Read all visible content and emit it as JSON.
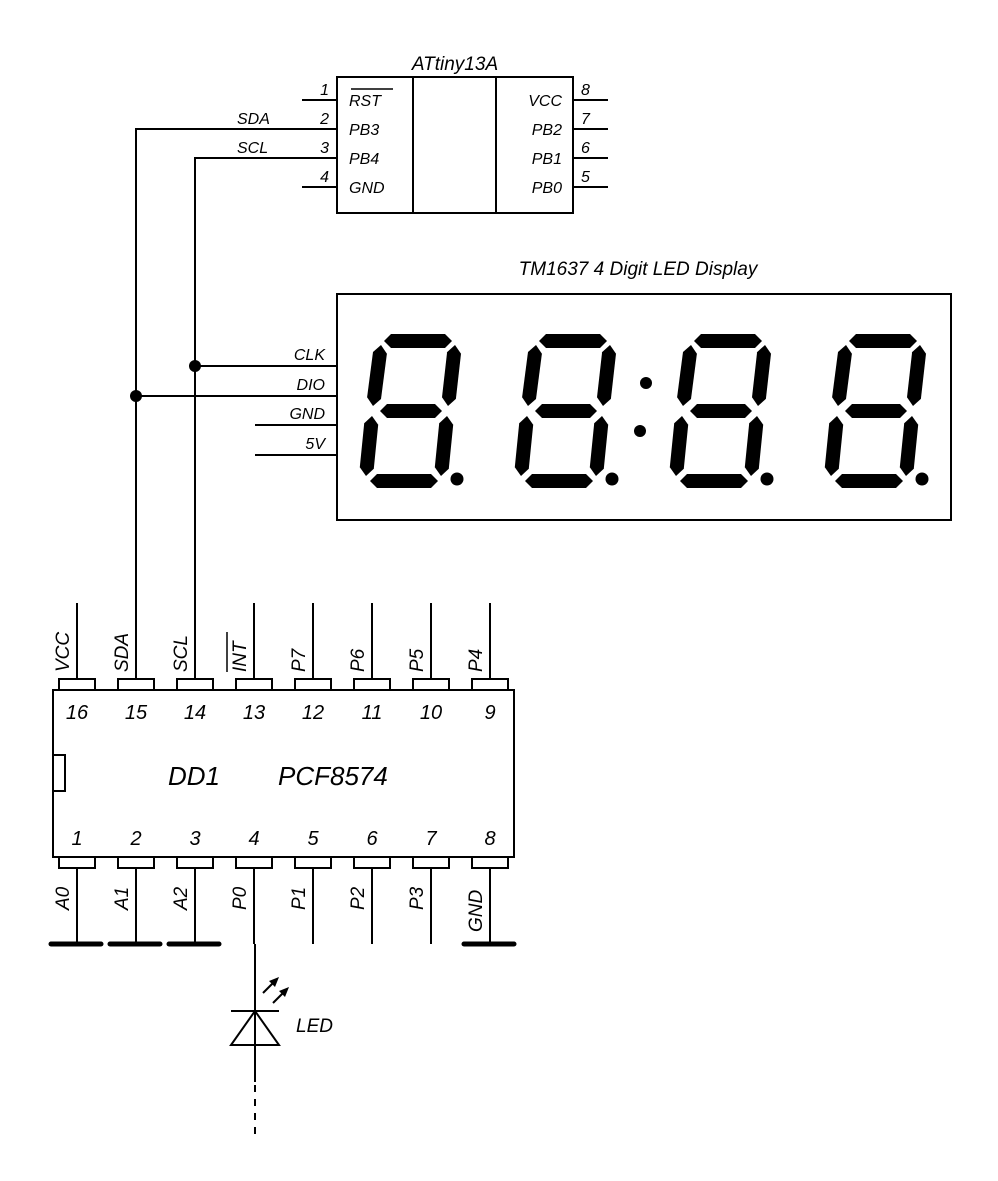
{
  "mcu": {
    "name": "ATtiny13A",
    "left_pins": [
      {
        "num": "1",
        "name": "RST",
        "overline": true,
        "net": ""
      },
      {
        "num": "2",
        "name": "PB3",
        "overline": false,
        "net": "SDA"
      },
      {
        "num": "3",
        "name": "PB4",
        "overline": false,
        "net": "SCL"
      },
      {
        "num": "4",
        "name": "GND",
        "overline": false,
        "net": ""
      }
    ],
    "right_pins": [
      {
        "num": "8",
        "name": "VCC"
      },
      {
        "num": "7",
        "name": "PB2"
      },
      {
        "num": "6",
        "name": "PB1"
      },
      {
        "num": "5",
        "name": "PB0"
      }
    ]
  },
  "display": {
    "title": "TM1637 4 Digit LED Display",
    "pins": [
      "CLK",
      "DIO",
      "GND",
      "5V"
    ],
    "digits": 4,
    "colon": true,
    "decimal_points": true
  },
  "expander": {
    "ref": "DD1",
    "part": "PCF8574",
    "top_pins": [
      {
        "num": "16",
        "name": "VCC",
        "overline": false
      },
      {
        "num": "15",
        "name": "SDA",
        "overline": false
      },
      {
        "num": "14",
        "name": "SCL",
        "overline": false
      },
      {
        "num": "13",
        "name": "INT",
        "overline": true
      },
      {
        "num": "12",
        "name": "P7",
        "overline": false
      },
      {
        "num": "11",
        "name": "P6",
        "overline": false
      },
      {
        "num": "10",
        "name": "P5",
        "overline": false
      },
      {
        "num": "9",
        "name": "P4",
        "overline": false
      }
    ],
    "bottom_pins": [
      {
        "num": "1",
        "name": "A0",
        "ground": true
      },
      {
        "num": "2",
        "name": "A1",
        "ground": true
      },
      {
        "num": "3",
        "name": "A2",
        "ground": true
      },
      {
        "num": "4",
        "name": "P0",
        "ground": false
      },
      {
        "num": "5",
        "name": "P1",
        "ground": false
      },
      {
        "num": "6",
        "name": "P2",
        "ground": false
      },
      {
        "num": "7",
        "name": "P3",
        "ground": false
      },
      {
        "num": "8",
        "name": "GND",
        "ground": true
      }
    ]
  },
  "led": {
    "label": "LED"
  }
}
